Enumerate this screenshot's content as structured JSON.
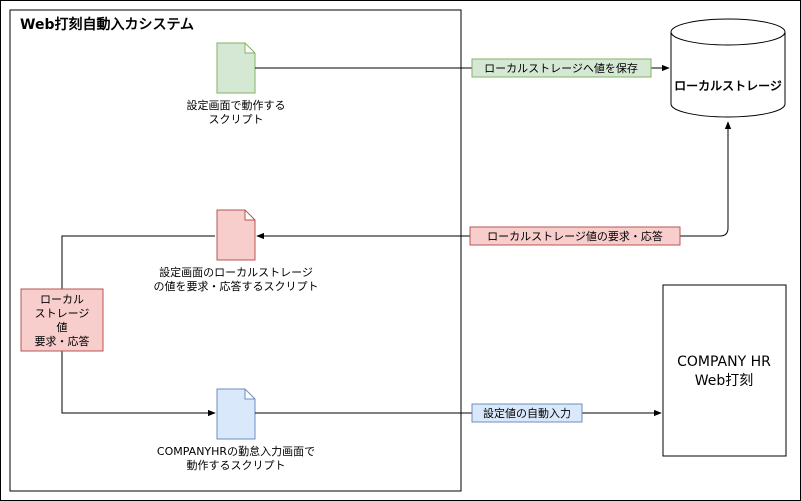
{
  "system": {
    "title": "Web打刻自動入カシステム"
  },
  "storage": {
    "label": "ローカルストレージ"
  },
  "target": {
    "line1": "COMPANY HR",
    "line2": "Web打刻"
  },
  "scripts": [
    {
      "line1": "設定画面で動作する",
      "line2": "スクリプト",
      "color": "#d5e8d4",
      "stroke": "#82b366"
    },
    {
      "line1": "設定画面のローカルストレージ",
      "line2": "の値を要求・応答するスクリプト",
      "color": "#f8cecc",
      "stroke": "#b85450"
    },
    {
      "line1": "COMPANYHRの勤怠入力画面で",
      "line2": "動作するスクリプト",
      "color": "#dae8fc",
      "stroke": "#6c8ebf"
    }
  ],
  "edges": {
    "save": "ローカルストレージへ値を保存",
    "request": "ローカルストレージ値の要求・応答",
    "side_lines": [
      "ローカル",
      "ストレージ",
      "値",
      "要求・応答"
    ],
    "input": "設定値の自動入力"
  }
}
